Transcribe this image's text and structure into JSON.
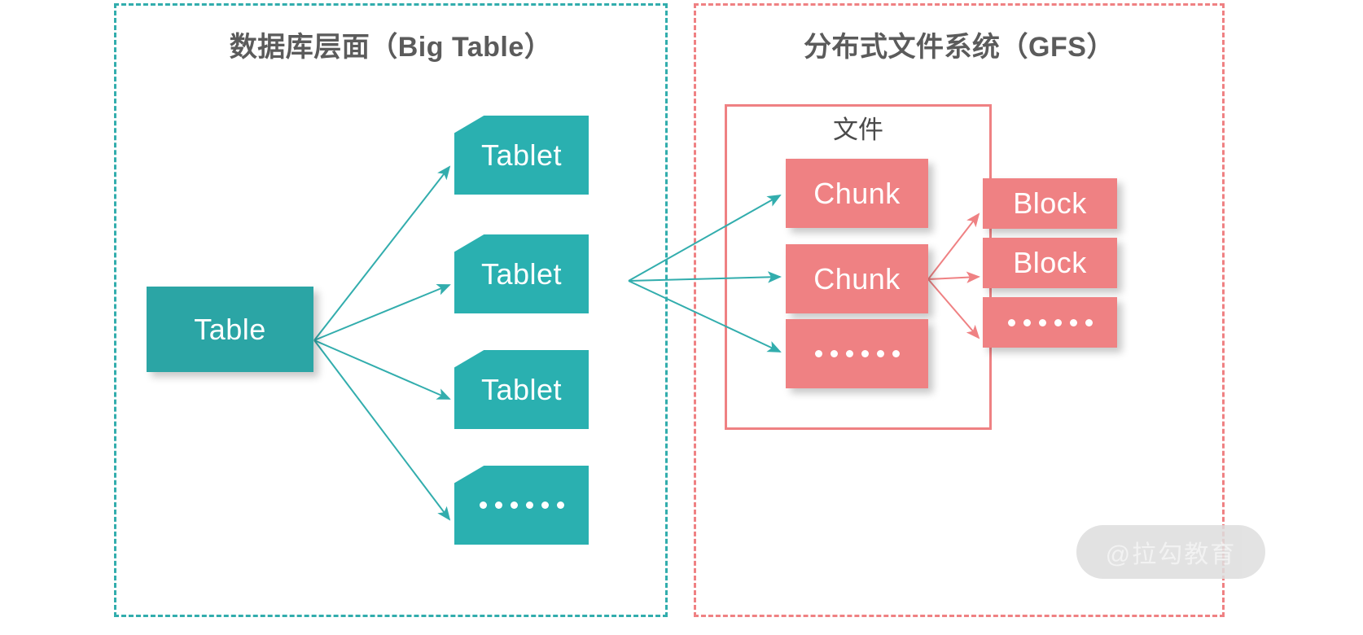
{
  "diagram": {
    "title_left": "数据库层面（Big Table）",
    "title_right": "分布式文件系统（GFS）",
    "file_label": "文件",
    "ellipsis": "……",
    "watermark": "@拉勾教育",
    "colors": {
      "teal": "#2ba5a5",
      "teal_light": "#2ab0b0",
      "teal_dash": "#32adad",
      "pink": "#ef8183",
      "pink_dash": "#ef8183",
      "title_text": "#5b5b5b",
      "file_text": "#4a4a4a",
      "node_text": "#ffffff",
      "background": "#ffffff",
      "watermark_bg": "#dedede"
    },
    "nodes": {
      "table": "Table",
      "tablet_1": "Tablet",
      "tablet_2": "Tablet",
      "tablet_3": "Tablet",
      "tablet_more": "……",
      "chunk_1": "Chunk",
      "chunk_2": "Chunk",
      "chunk_more": "……",
      "block_1": "Block",
      "block_2": "Block",
      "block_more": "……"
    },
    "edges": [
      {
        "from": "Table",
        "to": "Tablet",
        "color": "#32adad"
      },
      {
        "from": "Table",
        "to": "Tablet",
        "color": "#32adad"
      },
      {
        "from": "Table",
        "to": "Tablet",
        "color": "#32adad"
      },
      {
        "from": "Table",
        "to": "……",
        "color": "#32adad"
      },
      {
        "from": "Tablet",
        "to": "Chunk",
        "color": "#32adad"
      },
      {
        "from": "Tablet",
        "to": "Chunk",
        "color": "#32adad"
      },
      {
        "from": "Tablet",
        "to": "……",
        "color": "#32adad"
      },
      {
        "from": "Chunk",
        "to": "Block",
        "color": "#ef8183"
      },
      {
        "from": "Chunk",
        "to": "Block",
        "color": "#ef8183"
      },
      {
        "from": "Chunk",
        "to": "……",
        "color": "#ef8183"
      }
    ]
  }
}
